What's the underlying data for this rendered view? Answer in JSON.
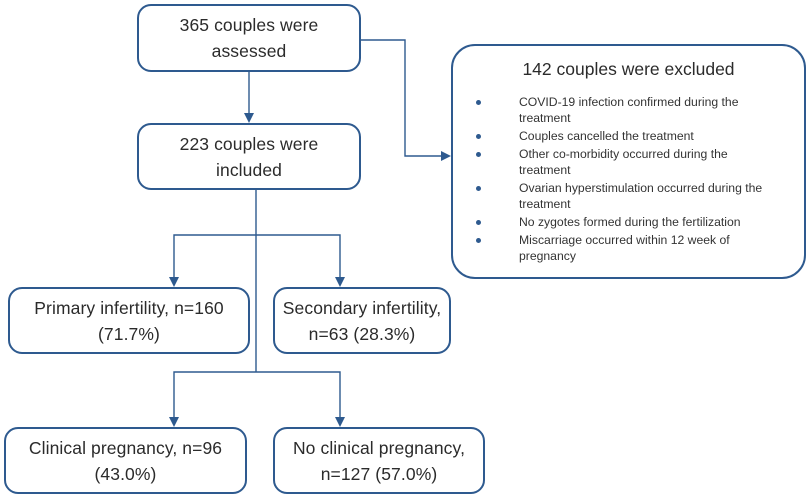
{
  "flowchart": {
    "assessed": "365 couples were\nassessed",
    "included": "223 couples were\nincluded",
    "excluded": {
      "title": "142 couples were excluded",
      "reasons": [
        "COVID-19 infection confirmed during the treatment",
        "Couples cancelled the treatment",
        "Other co-morbidity occurred during the treatment",
        "Ovarian hyperstimulation occurred during the treatment",
        "No zygotes formed during the fertilization",
        "Miscarriage occurred within 12 week of pregnancy"
      ]
    },
    "primary": "Primary infertility, n=160\n(71.7%)",
    "secondary": "Secondary infertility,\nn=63 (28.3%)",
    "clinical": "Clinical pregnancy, n=96\n(43.0%)",
    "no_clinical": "No clinical pregnancy,\nn=127 (57.0%)"
  },
  "colors": {
    "box_border": "#2e5a8f",
    "connector": "#2e5a8f",
    "text": "#2b2b2b"
  }
}
